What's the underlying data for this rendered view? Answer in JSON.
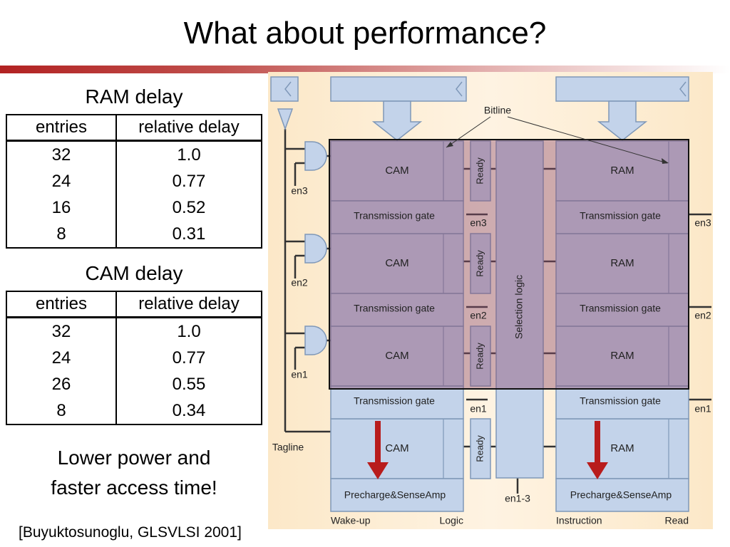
{
  "title": "What about performance?",
  "ram_table": {
    "caption": "RAM delay",
    "headers": [
      "entries",
      "relative delay"
    ],
    "rows": [
      [
        "32",
        "1.0"
      ],
      [
        "24",
        "0.77"
      ],
      [
        "16",
        "0.52"
      ],
      [
        "8",
        "0.31"
      ]
    ]
  },
  "cam_table": {
    "caption": "CAM delay",
    "headers": [
      "entries",
      "relative delay"
    ],
    "rows": [
      [
        "32",
        "1.0"
      ],
      [
        "24",
        "0.77"
      ],
      [
        "26",
        "0.55"
      ],
      [
        "8",
        "0.34"
      ]
    ]
  },
  "note": [
    "Lower power and",
    "faster access time!"
  ],
  "citation": "[Buyuktosunoglu, GLSVLSI 2001]",
  "figure": {
    "bitline": "Bitline",
    "cam": "CAM",
    "ram": "RAM",
    "ready": "Ready",
    "transmission_gate": "Transmission gate",
    "selection_logic": "Selection logic",
    "precharge": "Precharge&SenseAmp",
    "en3": "en3",
    "en2": "en2",
    "en1": "en1",
    "en1_3": "en1-3",
    "tagline": "Tagline",
    "wake_up": "Wake-up",
    "logic": "Logic",
    "instruction": "Instruction",
    "read": "Read",
    "colors": {
      "background": "#fce8c8",
      "block_fill": "#c3d3ea",
      "block_stroke": "#7f98b8",
      "overlay": "#8c4a6c",
      "arrow": "#b81c1c"
    }
  }
}
